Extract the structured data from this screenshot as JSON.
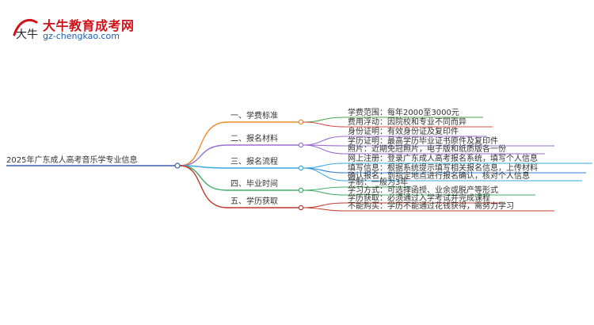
{
  "logo": {
    "mark_text": "大牛",
    "title": "大牛教育成考网",
    "url": "gz-chengkao.com"
  },
  "mindmap": {
    "root": "2025年广东成人高考音乐学专业信息",
    "branches": [
      {
        "label": "一、学费标准",
        "color": "#f08a2b",
        "leaves": [
          {
            "text": "学费范围：每年2000至3000元",
            "color": "#4ba64b"
          },
          {
            "text": "费用浮动：因院校和专业不同而异",
            "color": "#d9534f"
          }
        ]
      },
      {
        "label": "二、报名材料",
        "color": "#9b6fcf",
        "leaves": [
          {
            "text": "身份证明：有效身份证及复印件",
            "color": "#9b6fcf"
          },
          {
            "text": "学历证明：最高学历毕业证书原件及复印件",
            "color": "#9b6fcf"
          },
          {
            "text": "照片：近期免冠照片，电子版和纸质版各一份",
            "color": "#9b6fcf"
          }
        ]
      },
      {
        "label": "三、报名流程",
        "color": "#3aa8e0",
        "leaves": [
          {
            "text": "网上注册：登录广东成人高考报名系统，填写个人信息",
            "color": "#3aa8e0"
          },
          {
            "text": "填写信息：根据系统提示填写相关报名信息，上传材料",
            "color": "#2f7fd6"
          },
          {
            "text": "确认报名：到指定地点进行报名确认，核对个人信息",
            "color": "#3aa8e0"
          }
        ]
      },
      {
        "label": "四、毕业时间",
        "color": "#3fae6a",
        "leaves": [
          {
            "text": "学制：一般为3年",
            "color": "#3fae6a"
          },
          {
            "text": "学习方式：可选择函授、业余或脱产等形式",
            "color": "#3fae6a"
          }
        ]
      },
      {
        "label": "五、学历获取",
        "color": "#c0392b",
        "leaves": [
          {
            "text": "学历获取：必须通过入学考试并完成课程",
            "color": "#c0392b"
          },
          {
            "text": "不能购买：学历不能通过花钱获得，需努力学习",
            "color": "#c0392b"
          }
        ]
      }
    ]
  }
}
